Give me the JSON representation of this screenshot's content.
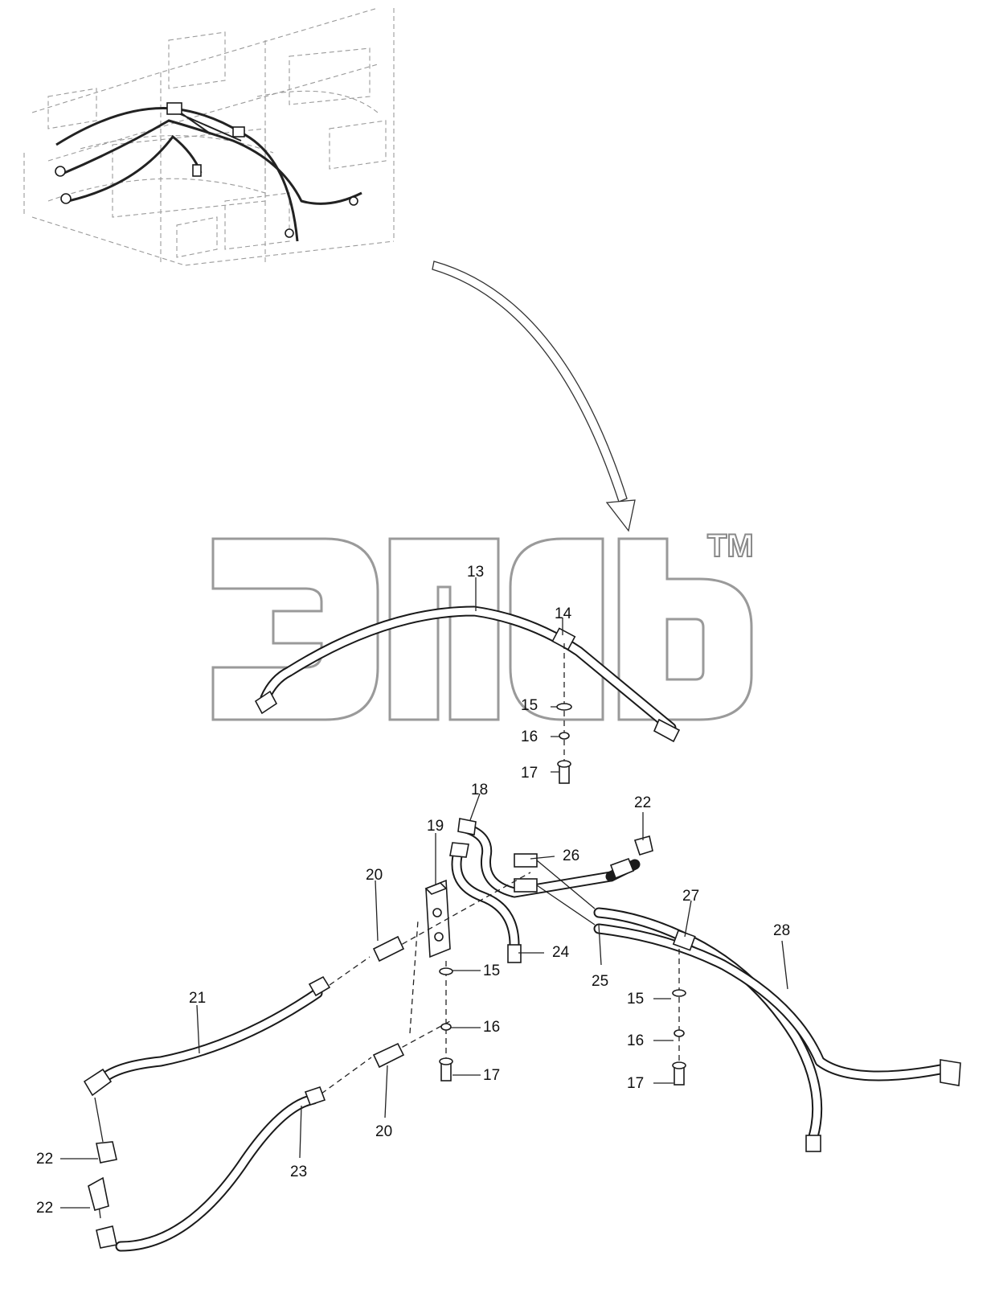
{
  "watermark": {
    "trademark": "TM"
  },
  "callouts": [
    {
      "id": "c13",
      "text": "13"
    },
    {
      "id": "c14",
      "text": "14"
    },
    {
      "id": "c15a",
      "text": "15"
    },
    {
      "id": "c16a",
      "text": "16"
    },
    {
      "id": "c17a",
      "text": "17"
    },
    {
      "id": "c18",
      "text": "18"
    },
    {
      "id": "c19",
      "text": "19"
    },
    {
      "id": "c20a",
      "text": "20"
    },
    {
      "id": "c22a",
      "text": "22"
    },
    {
      "id": "c26",
      "text": "26"
    },
    {
      "id": "c24",
      "text": "24"
    },
    {
      "id": "c25",
      "text": "25"
    },
    {
      "id": "c15b",
      "text": "15"
    },
    {
      "id": "c16b",
      "text": "16"
    },
    {
      "id": "c17b",
      "text": "17"
    },
    {
      "id": "c27",
      "text": "27"
    },
    {
      "id": "c28",
      "text": "28"
    },
    {
      "id": "c15c",
      "text": "15"
    },
    {
      "id": "c16c",
      "text": "16"
    },
    {
      "id": "c17c",
      "text": "17"
    },
    {
      "id": "c21",
      "text": "21"
    },
    {
      "id": "c20b",
      "text": "20"
    },
    {
      "id": "c23",
      "text": "23"
    },
    {
      "id": "c22b",
      "text": "22"
    },
    {
      "id": "c22c",
      "text": "22"
    }
  ]
}
